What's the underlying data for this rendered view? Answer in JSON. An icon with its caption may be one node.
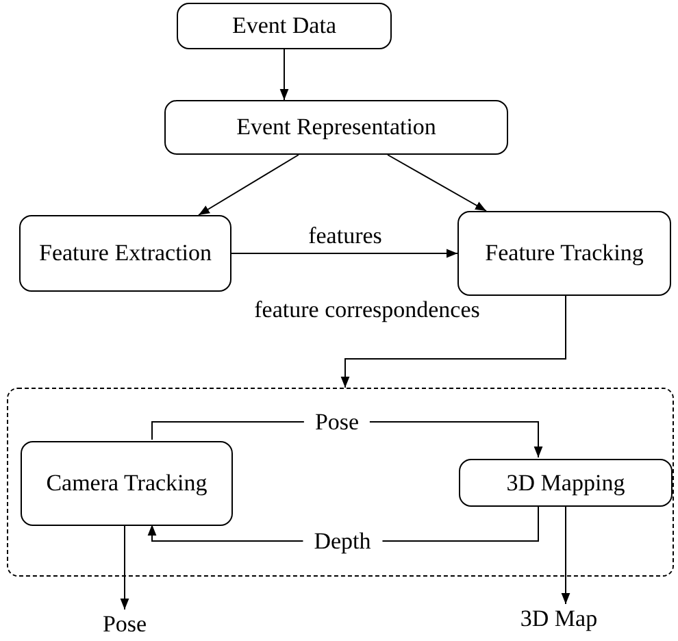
{
  "diagram": {
    "nodes": [
      {
        "text": [
          "Event Data"
        ]
      },
      {
        "text": [
          "Event Representation"
        ]
      },
      {
        "text": [
          "Feature Extraction"
        ]
      },
      {
        "text": [
          "Feature Tracking"
        ]
      },
      {
        "text": [],
        "shape": "box"
      },
      {
        "text": [
          "Camera Tracking"
        ],
        "in": 4
      },
      {
        "text": [
          "3D Mapping"
        ],
        "in": 4
      },
      {
        "text": [
          "Pose"
        ]
      },
      {
        "text": [
          "3D Map"
        ]
      }
    ],
    "edges": [
      {
        "from": 0,
        "to": 1,
        "arrow": "to"
      },
      {
        "from": 1,
        "to": 2,
        "arrow": "to"
      },
      {
        "from": 1,
        "to": 3,
        "arrow": "to"
      },
      {
        "from": 2,
        "to": 3,
        "arrow": "to",
        "label": "features"
      },
      {
        "from": 3,
        "to": 4,
        "arrow": "to",
        "label": "feature correspondences"
      },
      {
        "from": 5,
        "to": 6,
        "arrow": "to",
        "label": "Pose"
      },
      {
        "from": 6,
        "to": 5,
        "arrow": "to",
        "label": "Depth"
      },
      {
        "from": 5,
        "to": 7,
        "arrow": "to"
      },
      {
        "from": 6,
        "to": 8,
        "arrow": "to"
      }
    ]
  }
}
